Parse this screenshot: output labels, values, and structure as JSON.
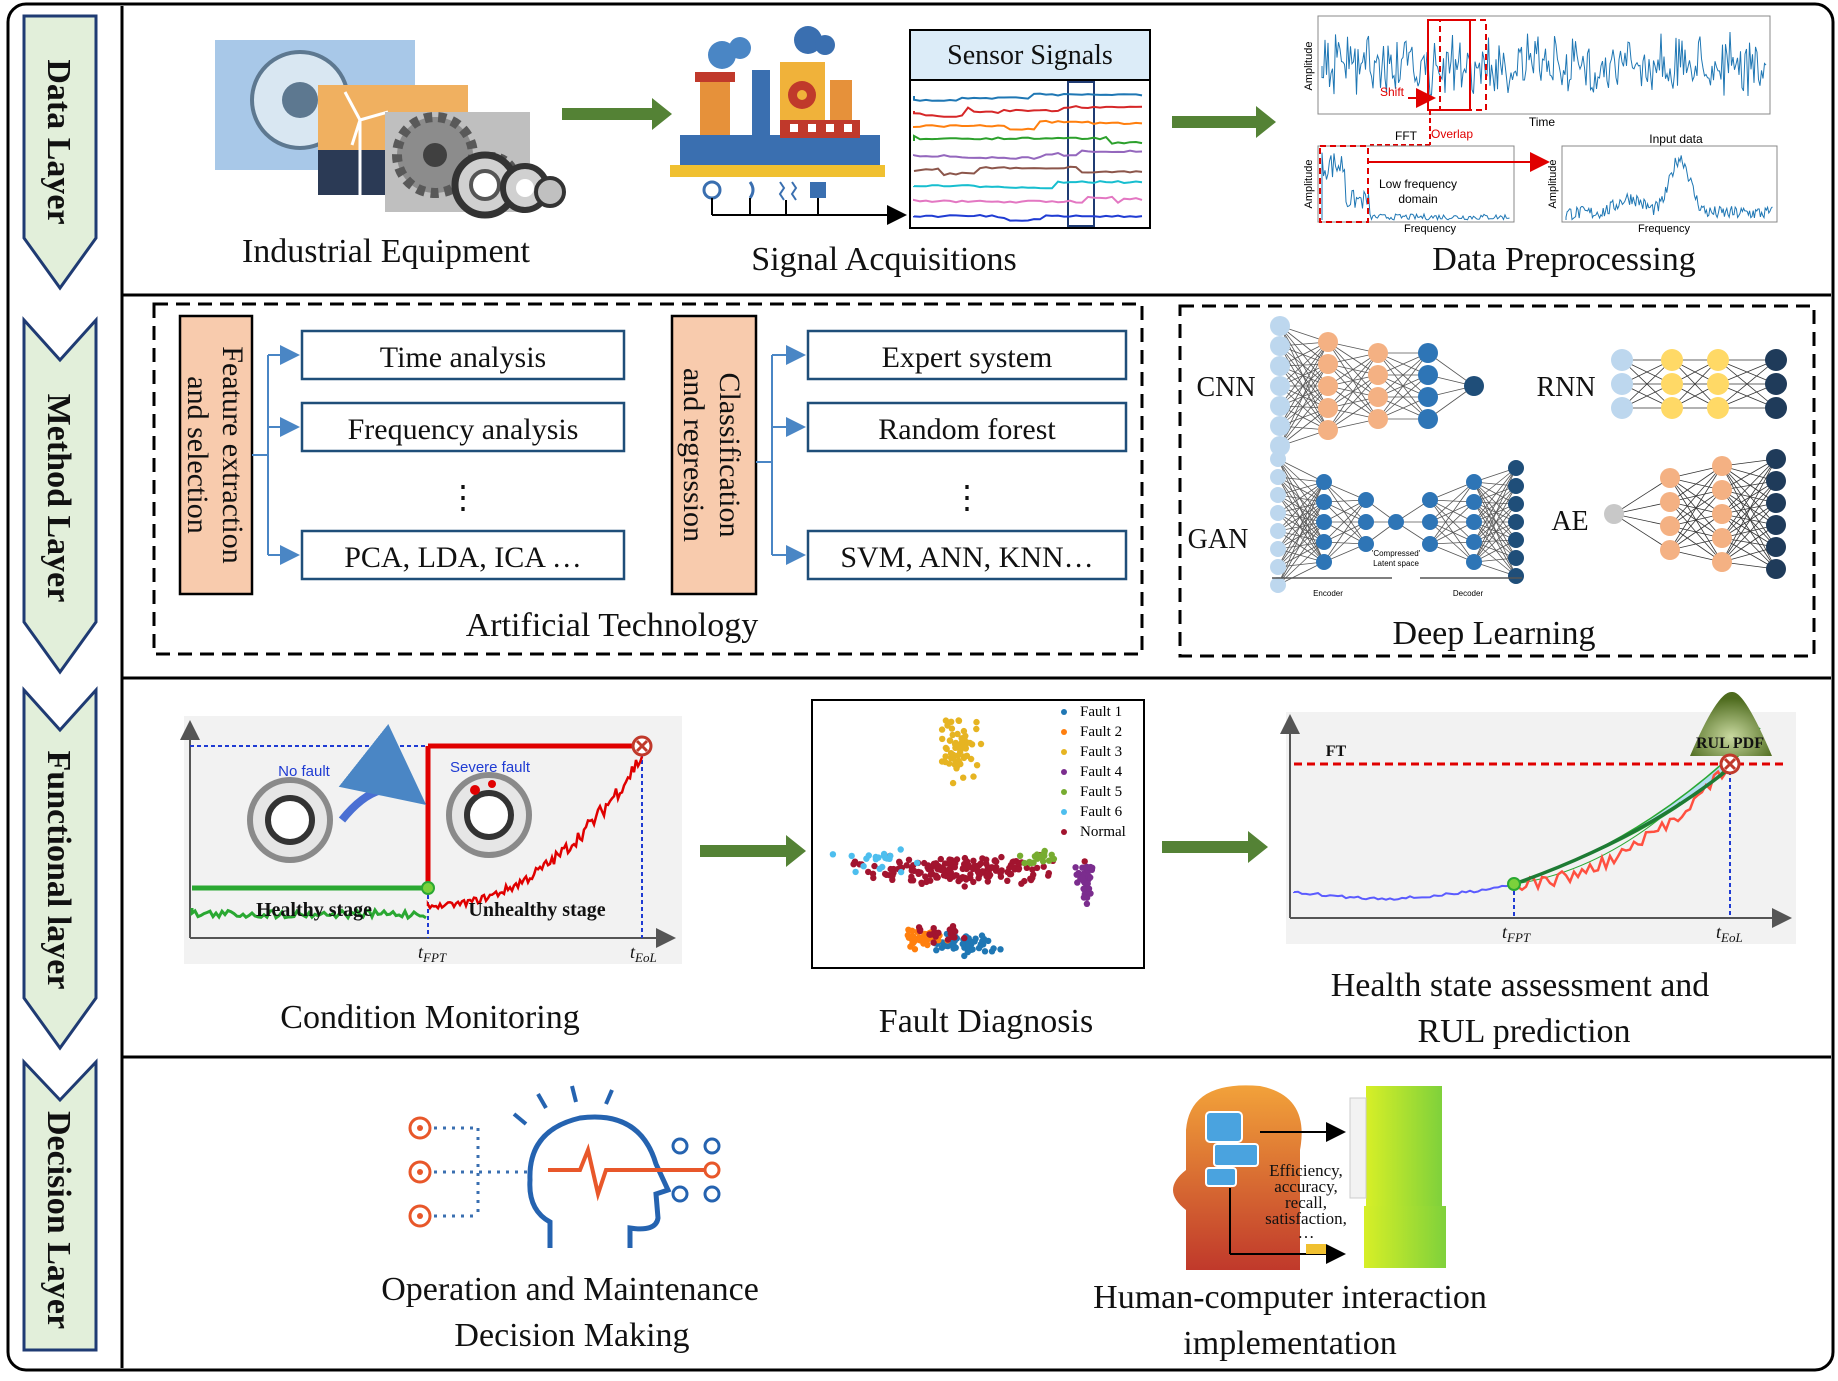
{
  "colors": {
    "layer_fill": "#e2efda",
    "layer_stroke": "#1f3b73",
    "arrow_green": "#548235",
    "feature_box": "#f8cbad",
    "box_border": "#1f4e79",
    "signal_blue": "#1f77b4",
    "healthy_green": "#2aa832",
    "fault_red": "#e00000"
  },
  "layers": [
    {
      "label": "Data  Layer"
    },
    {
      "label": "Method  Layer"
    },
    {
      "label": "Functional layer"
    },
    {
      "label": "Decision Layer"
    }
  ],
  "data_layer": {
    "industrial_equipment": "Industrial Equipment",
    "signal_acquisitions": "Signal Acquisitions",
    "sensor_signals": "Sensor Signals",
    "data_preprocessing": "Data Preprocessing",
    "prep": {
      "amplitude": "Amplitude",
      "time": "Time",
      "shift": "Shift",
      "fft": "FFT",
      "overlap": "Overlap",
      "input_data": "Input data",
      "low_freq_1": "Low frequency",
      "low_freq_2": "domain",
      "frequency": "Frequency"
    }
  },
  "method_layer": {
    "feature_title_1": "Feature extraction",
    "feature_title_2": "and selection",
    "feature_items": [
      "Time analysis",
      "Frequency  analysis",
      "PCA, LDA, ICA …"
    ],
    "class_title_1": "Classification",
    "class_title_2": "and regression",
    "class_items": [
      "Expert system",
      "Random  forest",
      "SVM, ANN, KNN…"
    ],
    "ellipsis": "⋮",
    "artificial_technology": "Artificial Technology",
    "deep_learning": "Deep Learning",
    "nets": {
      "cnn": "CNN",
      "rnn": "RNN",
      "gan": "GAN",
      "ae": "AE"
    },
    "gan_compressed_1": "'Compressed'",
    "gan_compressed_2": "Latent space",
    "gan_encoder": "Encoder",
    "gan_decoder": "Decoder"
  },
  "functional_layer": {
    "cm": {
      "no_fault": "No fault",
      "severe_fault": "Severe fault",
      "healthy_stage": "Healthy stage",
      "unhealthy_stage": "Unhealthy stage",
      "t_fpt": "t",
      "t_fpt_sub": "FPT",
      "t_eol": "t",
      "t_eol_sub": "EoL"
    },
    "condition_monitoring": "Condition Monitoring",
    "fault_diagnosis": "Fault Diagnosis",
    "legend": [
      {
        "label": "Fault 1",
        "color": "#1f77b4"
      },
      {
        "label": "Fault 2",
        "color": "#ff7f0e"
      },
      {
        "label": "Fault 3",
        "color": "#e6b422"
      },
      {
        "label": "Fault 4",
        "color": "#7b2d8e"
      },
      {
        "label": "Fault 5",
        "color": "#77ac30"
      },
      {
        "label": "Fault 6",
        "color": "#4dbeee"
      },
      {
        "label": "Normal",
        "color": "#a2142f"
      }
    ],
    "rul": {
      "ft": "FT",
      "rul_pdf": "RUL PDF",
      "t_fpt": "t",
      "t_fpt_sub": "FPT",
      "t_eol": "t",
      "t_eol_sub": "EoL"
    },
    "health_1": "Health state assessment and",
    "health_2": "RUL prediction"
  },
  "decision_layer": {
    "om_1": "Operation and Maintenance",
    "om_2": "Decision Making",
    "hci_1": "Human-computer interaction",
    "hci_2": "implementation",
    "hci_box": [
      "Efficiency,",
      "accuracy,",
      "recall,",
      "satisfaction,",
      "…"
    ]
  }
}
